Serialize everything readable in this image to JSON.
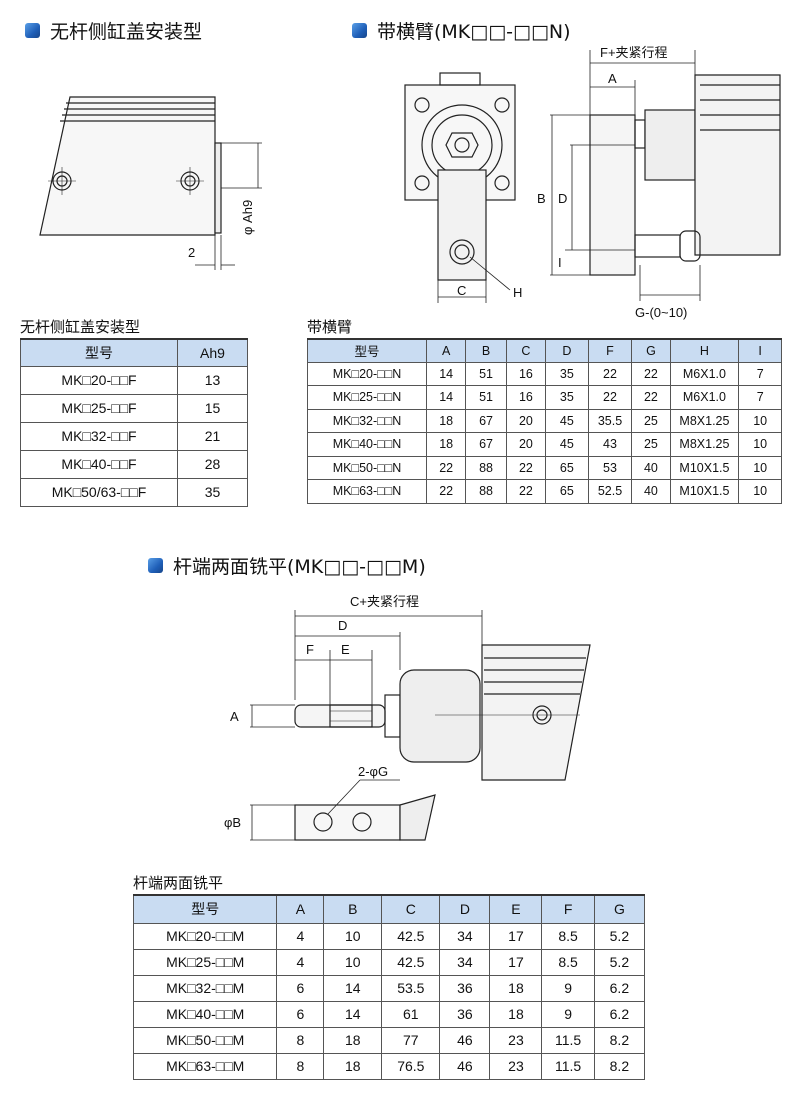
{
  "sections": {
    "side_mount": {
      "heading": "无杆侧缸盖安装型",
      "table_caption": "无杆侧缸盖安装型",
      "headers": [
        "型号",
        "Ah9"
      ],
      "rows": [
        [
          "MK□20-□□F",
          "13"
        ],
        [
          "MK□25-□□F",
          "15"
        ],
        [
          "MK□32-□□F",
          "21"
        ],
        [
          "MK□40-□□F",
          "28"
        ],
        [
          "MK□50/63-□□F",
          "35"
        ]
      ],
      "dims": {
        "d1": "2",
        "d2": "φ Ah9"
      }
    },
    "arm": {
      "heading": "带横臂(MK□□-□□N)",
      "table_caption": "带横臂",
      "headers": [
        "型号",
        "A",
        "B",
        "C",
        "D",
        "F",
        "G",
        "H",
        "I"
      ],
      "rows": [
        [
          "MK□20-□□N",
          "14",
          "51",
          "16",
          "35",
          "22",
          "22",
          "M6X1.0",
          "7"
        ],
        [
          "MK□25-□□N",
          "14",
          "51",
          "16",
          "35",
          "22",
          "22",
          "M6X1.0",
          "7"
        ],
        [
          "MK□32-□□N",
          "18",
          "67",
          "20",
          "45",
          "35.5",
          "25",
          "M8X1.25",
          "10"
        ],
        [
          "MK□40-□□N",
          "18",
          "67",
          "20",
          "45",
          "43",
          "25",
          "M8X1.25",
          "10"
        ],
        [
          "MK□50-□□N",
          "22",
          "88",
          "22",
          "65",
          "53",
          "40",
          "M10X1.5",
          "10"
        ],
        [
          "MK□63-□□N",
          "22",
          "88",
          "22",
          "65",
          "52.5",
          "40",
          "M10X1.5",
          "10"
        ]
      ],
      "dims": {
        "f_stroke": "F+夹紧行程",
        "a": "A",
        "b": "B",
        "d": "D",
        "i": "I",
        "c": "C",
        "h": "H",
        "g": "G-(0~10)"
      }
    },
    "rod_end": {
      "heading": "杆端两面铣平(MK□□-□□M)",
      "table_caption": "杆端两面铣平",
      "headers": [
        "型号",
        "A",
        "B",
        "C",
        "D",
        "E",
        "F",
        "G"
      ],
      "rows": [
        [
          "MK□20-□□M",
          "4",
          "10",
          "42.5",
          "34",
          "17",
          "8.5",
          "5.2"
        ],
        [
          "MK□25-□□M",
          "4",
          "10",
          "42.5",
          "34",
          "17",
          "8.5",
          "5.2"
        ],
        [
          "MK□32-□□M",
          "6",
          "14",
          "53.5",
          "36",
          "18",
          "9",
          "6.2"
        ],
        [
          "MK□40-□□M",
          "6",
          "14",
          "61",
          "36",
          "18",
          "9",
          "6.2"
        ],
        [
          "MK□50-□□M",
          "8",
          "18",
          "77",
          "46",
          "23",
          "11.5",
          "8.2"
        ],
        [
          "MK□63-□□M",
          "8",
          "18",
          "76.5",
          "46",
          "23",
          "11.5",
          "8.2"
        ]
      ],
      "dims": {
        "c_stroke": "C+夹紧行程",
        "d": "D",
        "f": "F",
        "e": "E",
        "a": "A",
        "g": "2-φG",
        "b": "φB"
      }
    }
  },
  "colors": {
    "header_fill": "#c9dcf2",
    "bullet": "#1f5fb8",
    "line": "#222222"
  }
}
